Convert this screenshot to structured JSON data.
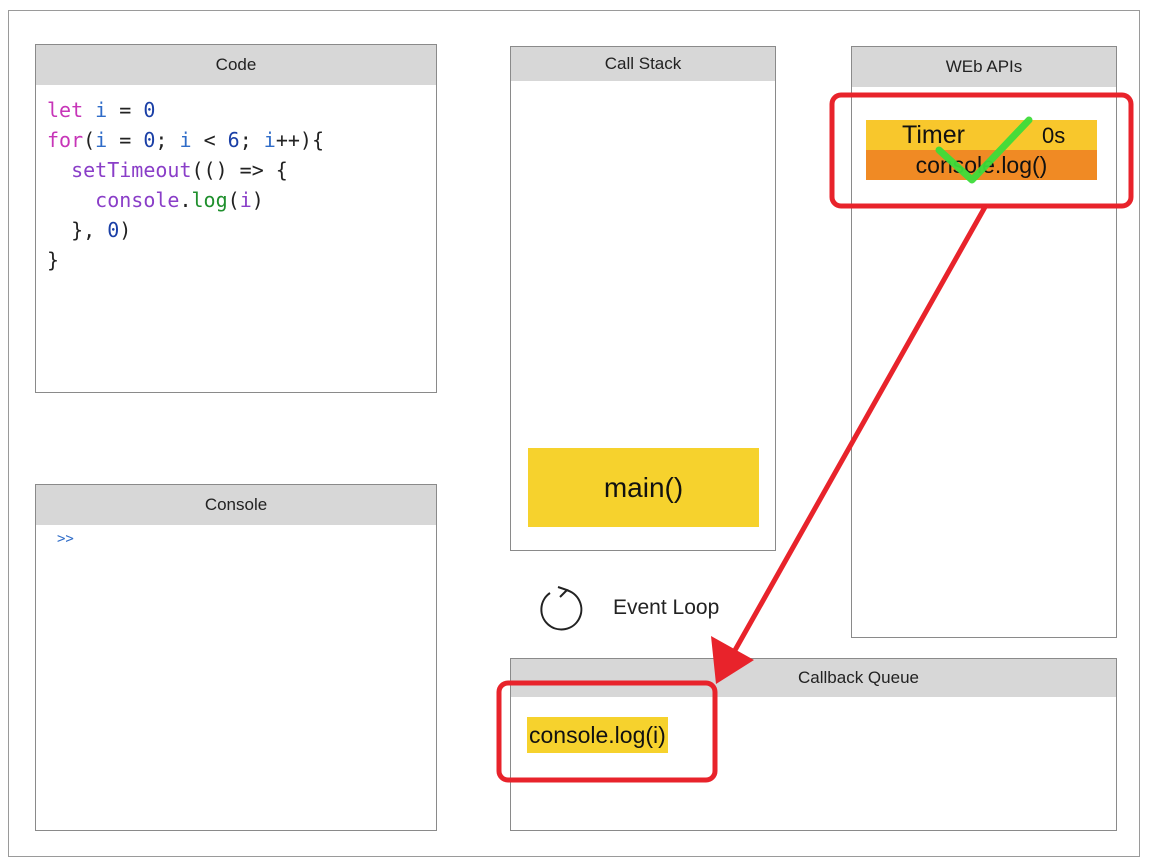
{
  "panels": {
    "code": {
      "title": "Code"
    },
    "console": {
      "title": "Console",
      "prompt": ">>"
    },
    "call_stack": {
      "title": "Call Stack",
      "frames": [
        "main()"
      ]
    },
    "web_apis": {
      "title": "WEb APIs",
      "timer": {
        "label": "Timer",
        "value": "0s",
        "callback": "console.log()"
      }
    },
    "callback_queue": {
      "title": "Callback Queue",
      "items": [
        "console.log(i)"
      ]
    }
  },
  "code_lines": [
    [
      {
        "t": "let",
        "c": "kw"
      },
      {
        "t": " "
      },
      {
        "t": "i",
        "c": "var"
      },
      {
        "t": " = "
      },
      {
        "t": "0",
        "c": "num"
      }
    ],
    [
      {
        "t": "for",
        "c": "kw"
      },
      {
        "t": "("
      },
      {
        "t": "i",
        "c": "var"
      },
      {
        "t": " = "
      },
      {
        "t": "0",
        "c": "num"
      },
      {
        "t": "; "
      },
      {
        "t": "i",
        "c": "var"
      },
      {
        "t": " < "
      },
      {
        "t": "6",
        "c": "num"
      },
      {
        "t": "; "
      },
      {
        "t": "i",
        "c": "var"
      },
      {
        "t": "++){"
      }
    ],
    [
      {
        "t": "  "
      },
      {
        "t": "setTimeout",
        "c": "fn"
      },
      {
        "t": "(() => {"
      }
    ],
    [
      {
        "t": "    "
      },
      {
        "t": "console",
        "c": "fn"
      },
      {
        "t": "."
      },
      {
        "t": "log",
        "c": "meth"
      },
      {
        "t": "("
      },
      {
        "t": "i",
        "c": "fn"
      },
      {
        "t": ")"
      }
    ],
    [
      {
        "t": "  }, "
      },
      {
        "t": "0",
        "c": "num"
      },
      {
        "t": ")"
      }
    ],
    [
      {
        "t": "}"
      }
    ]
  ],
  "event_loop": {
    "label": "Event Loop"
  },
  "colors": {
    "highlight_red": "#e8232b",
    "check_green": "#3ddc3a",
    "frame_yellow": "#f6d22d",
    "callback_orange": "#f08a24",
    "header_gray": "#d7d7d7"
  },
  "icons": [
    "refresh-icon",
    "checkmark-icon",
    "arrow-icon"
  ]
}
